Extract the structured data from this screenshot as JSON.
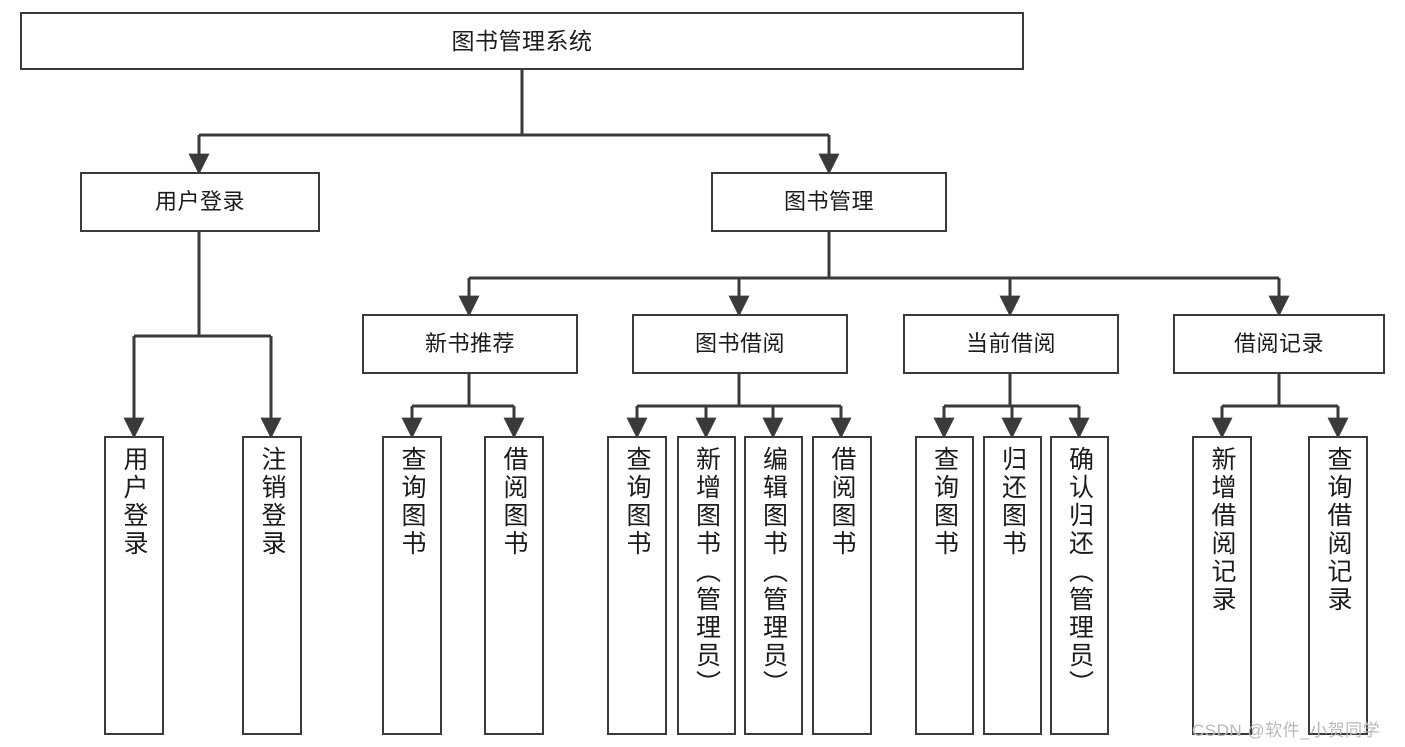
{
  "diagram": {
    "title": "图书管理系统",
    "type": "tree-hierarchy-chart",
    "orientation": "top-down",
    "line_color": "#3a3a3a",
    "box_fill": "#ffffff",
    "text_color": "#1b1b1b"
  },
  "root": {
    "label": "图书管理系统"
  },
  "level2": [
    {
      "label": "用户登录"
    },
    {
      "label": "图书管理"
    }
  ],
  "level3": [
    {
      "label": "新书推荐"
    },
    {
      "label": "图书借阅"
    },
    {
      "label": "当前借阅"
    },
    {
      "label": "借阅记录"
    }
  ],
  "leaves": {
    "user_login": [
      {
        "label": "用户登录"
      },
      {
        "label": "注销登录"
      }
    ],
    "new_book_recommend": [
      {
        "label": "查询图书"
      },
      {
        "label": "借阅图书"
      }
    ],
    "book_borrow": [
      {
        "label": "查询图书"
      },
      {
        "label": "新增图书（管理员）"
      },
      {
        "label": "编辑图书（管理员）"
      },
      {
        "label": "借阅图书"
      }
    ],
    "current_borrow": [
      {
        "label": "查询图书"
      },
      {
        "label": "归还图书"
      },
      {
        "label": "确认归还（管理员）"
      }
    ],
    "borrow_records": [
      {
        "label": "新增借阅记录"
      },
      {
        "label": "查询借阅记录"
      }
    ]
  },
  "watermark": {
    "text": "CSDN @软件_小贺同学"
  }
}
